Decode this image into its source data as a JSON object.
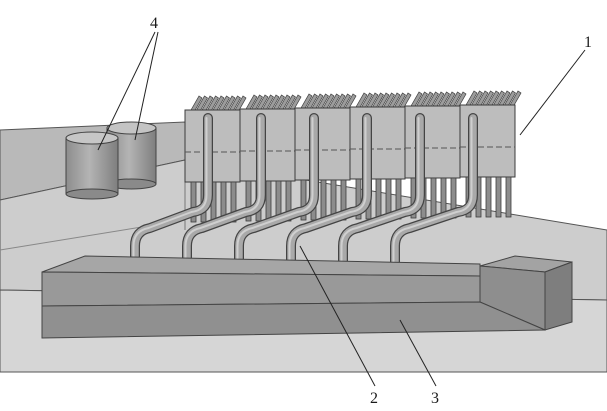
{
  "callouts": {
    "part_1": "1",
    "part_2": "2",
    "part_3": "3",
    "part_4": "4"
  },
  "colors": {
    "floor": "#c8c8c8",
    "wall": "#a9a9a9",
    "pipe": "#8f8f8f",
    "manifold_front": "#959595",
    "manifold_top": "#a3a3a3",
    "module": "#b8b8b8",
    "tank": "#9a9a9a"
  },
  "counts": {
    "heat_sink_modules": 6,
    "pipes": 6,
    "tanks": 2
  }
}
